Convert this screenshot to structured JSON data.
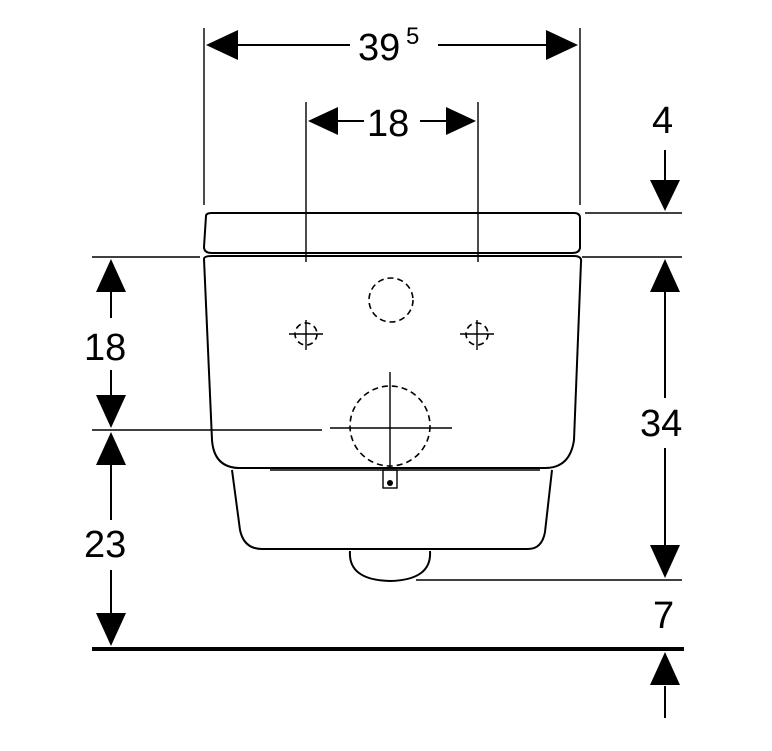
{
  "dimensions": {
    "overall_width": {
      "value": "39",
      "superscript": "5"
    },
    "fixing_spacing": "18",
    "lid_height": "4",
    "fixing_height": "18",
    "outlet_height": "23",
    "body_height": "34",
    "bottom_clearance": "7"
  },
  "colors": {
    "line": "#000000",
    "background": "#ffffff"
  }
}
